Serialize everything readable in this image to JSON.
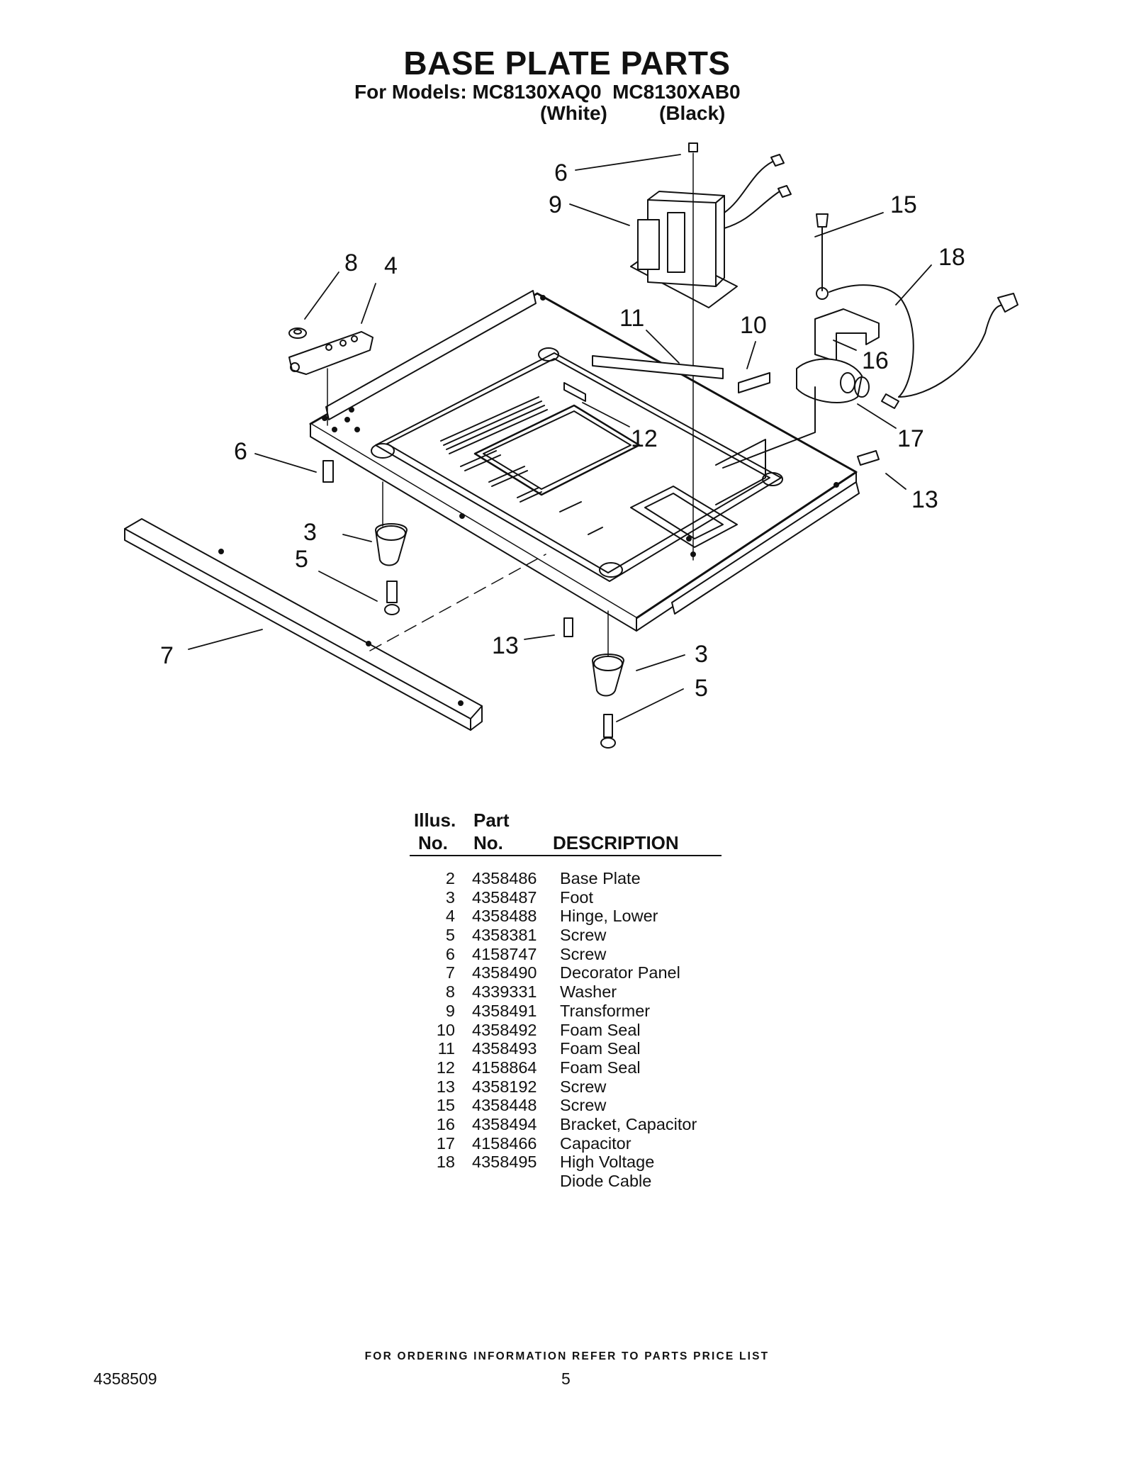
{
  "header": {
    "title": "BASE PLATE PARTS",
    "subtitle": "For Models: MC8130XAQ0  MC8130XAB0",
    "color_white": "(White)",
    "color_black": "(Black)"
  },
  "diagram": {
    "callouts": [
      "6",
      "9",
      "15",
      "18",
      "8",
      "4",
      "11",
      "10",
      "16",
      "17",
      "12",
      "6",
      "13",
      "3",
      "5",
      "7",
      "13",
      "3",
      "5"
    ]
  },
  "table": {
    "head_illus": "Illus.",
    "head_part": "Part",
    "head_no1": "No.",
    "head_no2": "No.",
    "head_desc": "DESCRIPTION",
    "rows": [
      {
        "no": "2",
        "part": "4358486",
        "desc": "Base Plate"
      },
      {
        "no": "3",
        "part": "4358487",
        "desc": "Foot"
      },
      {
        "no": "4",
        "part": "4358488",
        "desc": "Hinge, Lower"
      },
      {
        "no": "5",
        "part": "4358381",
        "desc": "Screw"
      },
      {
        "no": "6",
        "part": "4158747",
        "desc": "Screw"
      },
      {
        "no": "7",
        "part": "4358490",
        "desc": "Decorator Panel"
      },
      {
        "no": "8",
        "part": "4339331",
        "desc": "Washer"
      },
      {
        "no": "9",
        "part": "4358491",
        "desc": "Transformer"
      },
      {
        "no": "10",
        "part": "4358492",
        "desc": "Foam Seal"
      },
      {
        "no": "11",
        "part": "4358493",
        "desc": "Foam Seal"
      },
      {
        "no": "12",
        "part": "4158864",
        "desc": "Foam Seal"
      },
      {
        "no": "13",
        "part": "4358192",
        "desc": "Screw"
      },
      {
        "no": "15",
        "part": "4358448",
        "desc": "Screw"
      },
      {
        "no": "16",
        "part": "4358494",
        "desc": "Bracket, Capacitor"
      },
      {
        "no": "17",
        "part": "4158466",
        "desc": "Capacitor"
      },
      {
        "no": "18",
        "part": "4358495",
        "desc": "High Voltage"
      }
    ],
    "desc_continuation": "Diode Cable"
  },
  "footer": {
    "note": "FOR ORDERING INFORMATION REFER TO PARTS PRICE LIST",
    "doc_number": "4358509",
    "page_number": "5"
  }
}
